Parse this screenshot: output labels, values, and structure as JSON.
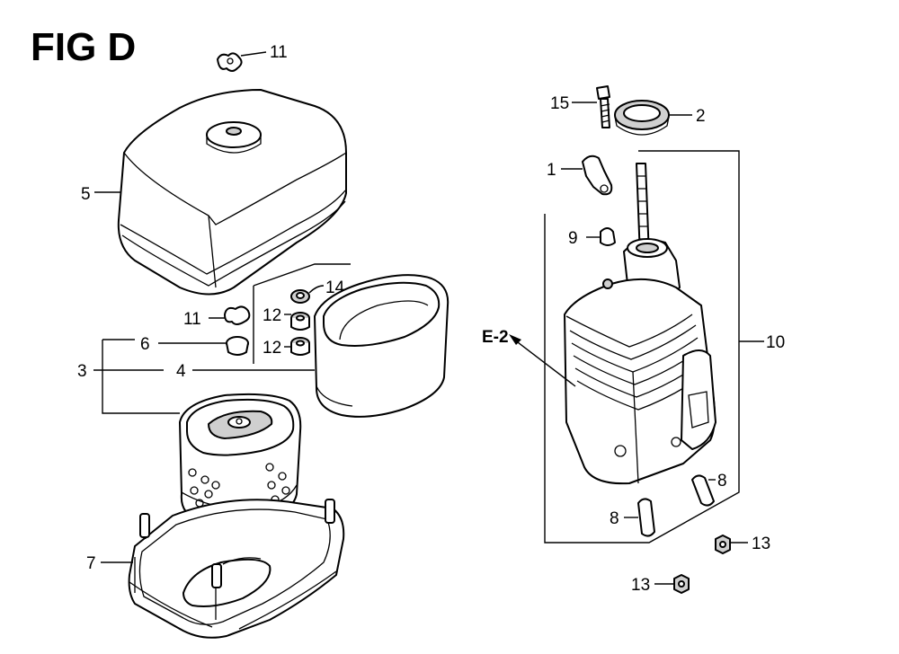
{
  "figure": {
    "title": "FIG D"
  },
  "callouts": {
    "c1": "1",
    "c2": "2",
    "c3": "3",
    "c4": "4",
    "c5": "5",
    "c6": "6",
    "c7": "7",
    "c8a": "8",
    "c8b": "8",
    "c9": "9",
    "c10": "10",
    "c11a": "11",
    "c11b": "11",
    "c12a": "12",
    "c12b": "12",
    "c13a": "13",
    "c13b": "13",
    "c14": "14",
    "c15": "15"
  },
  "reference": {
    "label": "E-2"
  }
}
